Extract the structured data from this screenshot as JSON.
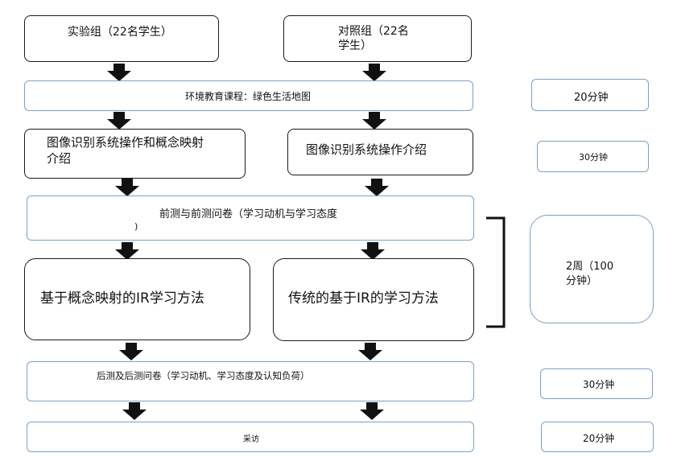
{
  "experimental_group": "实验组（22名学生）",
  "control_group_line1": "对照组（22名",
  "control_group_line2": "学生）",
  "course": "环境教育课程：绿色生活地图",
  "intro_experimental_line1": "图像识别系统操作和概念映射",
  "intro_experimental_line2": "介绍",
  "intro_control": "图像识别系统操作介绍",
  "pretest": "前测与前测问卷（学习动机与学习态度",
  "pretest_frag": ")",
  "method_experimental": "基于概念映射的IR学习方法",
  "method_control": "传统的基于IR的学习方法",
  "posttest": "后测及后测问卷（学习动机、学习态度及认知负荷）",
  "interview": "采访",
  "time_course": "20分钟",
  "time_intro": "30分钟",
  "time_method_line1": "2周（100",
  "time_method_line2": "分钟）",
  "time_posttest": "30分钟",
  "time_interview": "20分钟"
}
